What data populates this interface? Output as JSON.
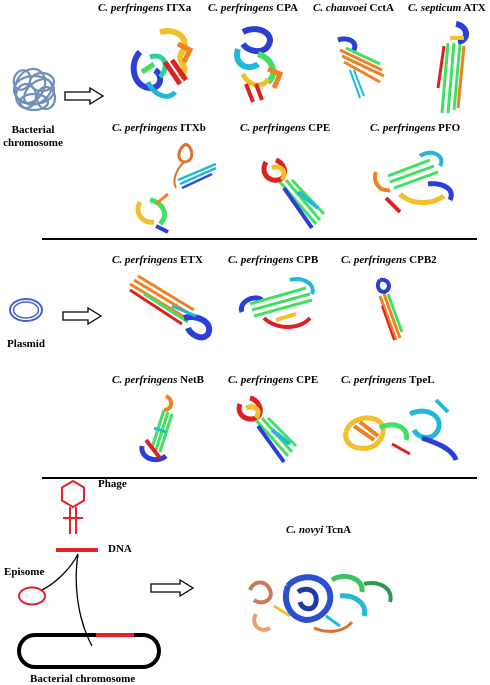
{
  "species": {
    "perfringens": "C. perfringens",
    "chauvoei": "C. chauvoei",
    "septicum": "C. septicum",
    "novyi": "C. novyi"
  },
  "section1": {
    "source_label": "Bacterial chromosome",
    "toxins": [
      "ITXa",
      "CPA",
      "CctA",
      "ATX",
      "ITXb",
      "CPE",
      "PFO"
    ]
  },
  "section2": {
    "source_label": "Plasmid",
    "toxins": [
      "ETX",
      "CPB",
      "CPB2",
      "NetB",
      "CPE",
      "TpeL"
    ]
  },
  "section3": {
    "phage_label": "Phage",
    "dna_label": "DNA",
    "episome_label": "Episome",
    "chromosome_label": "Bacterial chromosome",
    "toxin": "TcnA"
  },
  "colors": {
    "dna_red": "#e8202a",
    "plasmid_blue": "#4a5fd0",
    "chromosome_blue": "#6f8fb8"
  }
}
